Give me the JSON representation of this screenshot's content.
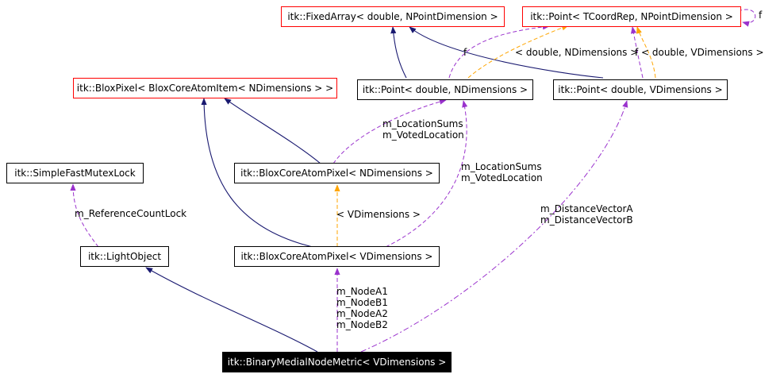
{
  "nodes": {
    "fixed_array": "itk::FixedArray< double, NPointDimension >",
    "point_tcoord": "itk::Point< TCoordRep, NPointDimension >",
    "blox_pixel": "itk::BloxPixel< BloxCoreAtomItem< NDimensions > >",
    "point_ndim": "itk::Point< double, NDimensions >",
    "point_vdim": "itk::Point< double, VDimensions >",
    "mutex_lock": "itk::SimpleFastMutexLock",
    "core_atom_ndim": "itk::BloxCoreAtomPixel< NDimensions >",
    "light_object": "itk::LightObject",
    "core_atom_vdim": "itk::BloxCoreAtomPixel< VDimensions >",
    "medial_metric": "itk::BinaryMedialNodeMetric< VDimensions >"
  },
  "edge_labels": {
    "point_self": "f",
    "point_ndim_f": "f",
    "tpl_ndim": "< double, NDimensions >",
    "point_vdim_f": "f",
    "tpl_vdim": "< double, VDimensions >",
    "loc_sums_1": "m_LocationSums",
    "voted_loc_1": "m_VotedLocation",
    "loc_sums_2": "m_LocationSums",
    "voted_loc_2": "m_VotedLocation",
    "ref_count_lock": "m_ReferenceCountLock",
    "tpl_vdim_core": "< VDimensions >",
    "dist_vec_a": "m_DistanceVectorA",
    "dist_vec_b": "m_DistanceVectorB",
    "node_a1": "m_NodeA1",
    "node_b1": "m_NodeB1",
    "node_a2": "m_NodeA2",
    "node_b2": "m_NodeB2"
  },
  "colors": {
    "inheritance": "#191970",
    "usage": "#9a32cd",
    "template": "#ffa500",
    "undocumented_border": "#ff0000",
    "root_fill": "#000000"
  }
}
